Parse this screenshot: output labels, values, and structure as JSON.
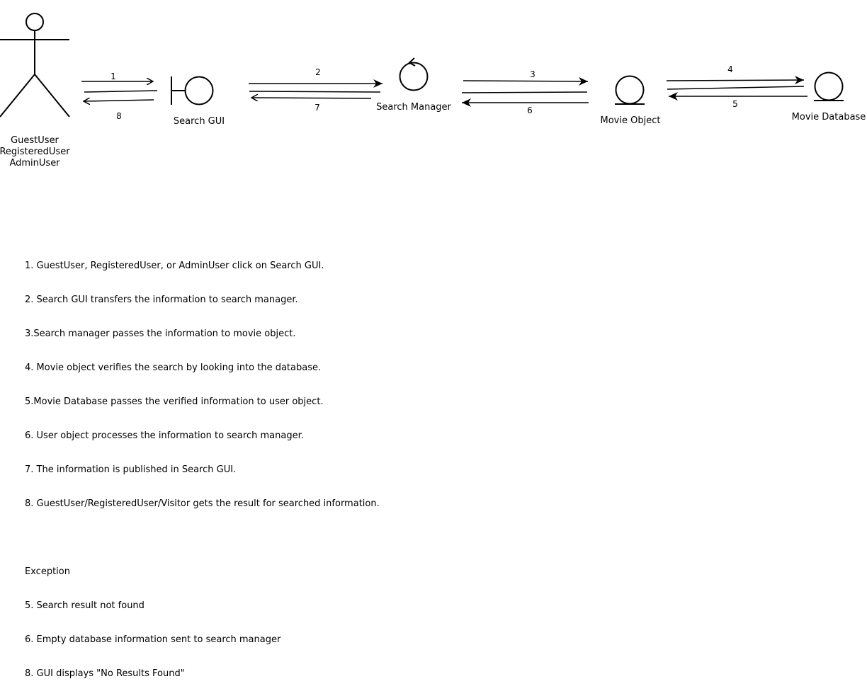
{
  "actor": {
    "labels": [
      "GuestUser",
      "RegisteredUser",
      "AdminUser"
    ]
  },
  "objects": {
    "boundary": "Search GUI",
    "control": "Search Manager",
    "entity1": "Movie Object",
    "entity2": "Movie Database"
  },
  "messages": [
    "1",
    "2",
    "3",
    "4",
    "5",
    "6",
    "7",
    "8"
  ],
  "steps": [
    "1. GuestUser, RegisteredUser, or AdminUser click on Search GUI.",
    "2. Search GUI transfers the information to search manager.",
    "3.Search manager passes the information to movie object.",
    "4. Movie object verifies the search by looking into the database.",
    "5.Movie Database passes the verified information to user object.",
    "6. User object processes the information to search manager.",
    "7. The information is published in Search GUI.",
    "8. GuestUser/RegisteredUser/Visitor gets the result for searched information."
  ],
  "exception": {
    "title": "Exception",
    "items": [
      "5. Search result not found",
      "6. Empty database information sent to search manager",
      "8. GUI displays \"No Results Found\""
    ]
  }
}
